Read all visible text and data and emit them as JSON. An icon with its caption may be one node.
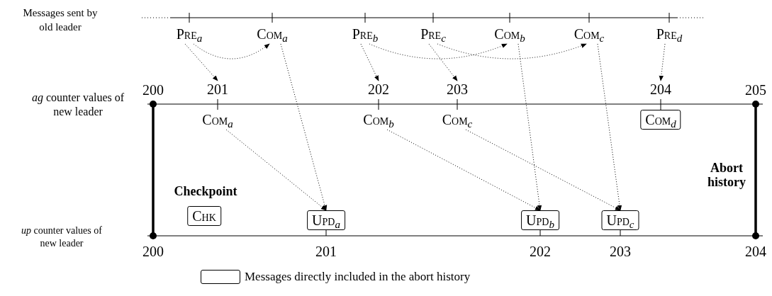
{
  "diagram": {
    "nodes": [
      {
        "text": [
          "Pre$_{a}$"
        ]
      },
      {
        "text": [
          "Com$_{a}$"
        ]
      },
      {
        "text": [
          "Pre$_{b}$"
        ]
      },
      {
        "text": [
          "Pre$_{c}$"
        ]
      },
      {
        "text": [
          "Com$_{b}$"
        ]
      },
      {
        "text": [
          "Com$_{c}$"
        ]
      },
      {
        "text": [
          "Pre$_{d}$"
        ]
      },
      {
        "text": [
          "201"
        ]
      },
      {
        "text": [
          "202"
        ]
      },
      {
        "text": [
          "203"
        ]
      },
      {
        "text": [
          "204"
        ]
      },
      {
        "text": [
          "Com$_{a}$"
        ]
      },
      {
        "text": [
          "Com$_{b}$"
        ]
      },
      {
        "text": [
          "Com$_{c}$"
        ]
      },
      {
        "text": [
          "Com$_{d}$"
        ]
      },
      {
        "text": [
          "Chk"
        ]
      },
      {
        "text": [
          "Upd$_{a}$"
        ]
      },
      {
        "text": [
          "Upd$_{b}$"
        ]
      },
      {
        "text": [
          "Upd$_{c}$"
        ]
      }
    ],
    "edges": [
      {
        "from": 0,
        "to": 7,
        "arrow": "to"
      },
      {
        "from": 0,
        "to": 1,
        "arrow": "to"
      },
      {
        "from": 2,
        "to": 8,
        "arrow": "to"
      },
      {
        "from": 2,
        "to": 4,
        "arrow": "to"
      },
      {
        "from": 3,
        "to": 9,
        "arrow": "to"
      },
      {
        "from": 3,
        "to": 5,
        "arrow": "to"
      },
      {
        "from": 6,
        "to": 10,
        "arrow": "to"
      },
      {
        "from": 1,
        "to": 16,
        "arrow": "to"
      },
      {
        "from": 4,
        "to": 17,
        "arrow": "to"
      },
      {
        "from": 5,
        "to": 18,
        "arrow": "to"
      },
      {
        "from": 11,
        "to": 16,
        "arrow": "to"
      },
      {
        "from": 12,
        "to": 17,
        "arrow": "to"
      },
      {
        "from": 13,
        "to": 18,
        "arrow": "to"
      }
    ],
    "labels": [
      "Messages sent by old leader",
      "200",
      "205",
      "*ag* counter values of new leader",
      "Checkpoint",
      "Abort history",
      "*up* counter values of new leader",
      "200",
      "201",
      "202",
      "203",
      "204"
    ],
    "legend": [
      {
        "text": "Messages directly included in the abort history"
      }
    ]
  }
}
